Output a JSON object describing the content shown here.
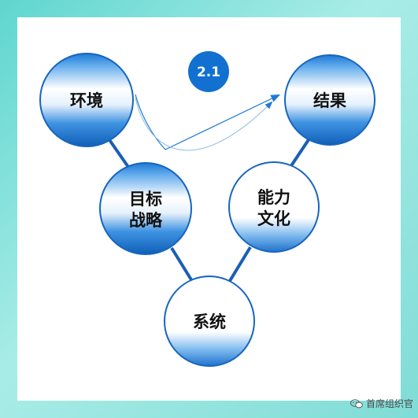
{
  "badge": {
    "text": "2.1"
  },
  "nodes": {
    "environment": {
      "label": "环境"
    },
    "result": {
      "label": "结果"
    },
    "strategy": {
      "line1": "目标",
      "line2": "战略"
    },
    "capability": {
      "line1": "能力",
      "line2": "文化"
    },
    "system": {
      "label": "系统"
    }
  },
  "watermark": {
    "text": "首席组织官",
    "icon": "wechat-icon"
  },
  "colors": {
    "blue": "#1f7ad4",
    "connector": "#1a5fb4",
    "background_teal": "#7fdcd6"
  }
}
